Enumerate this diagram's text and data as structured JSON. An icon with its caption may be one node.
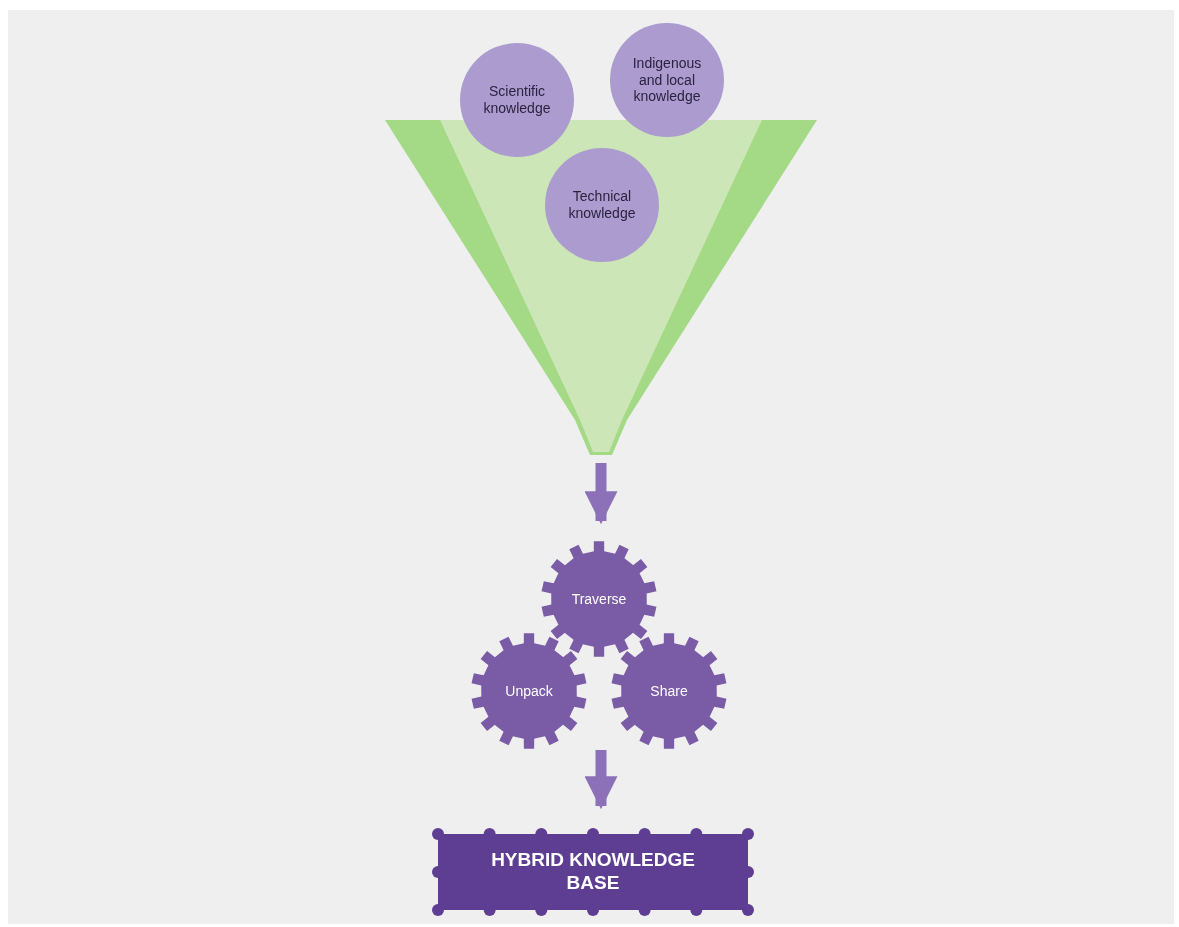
{
  "diagram": {
    "nodes": [
      {
        "text": [],
        "shape": "funnel"
      },
      {
        "text": [
          "Scientific knowledge"
        ]
      },
      {
        "text": [
          "Indigenous and local knowledge"
        ]
      },
      {
        "text": [
          "Technical knowledge"
        ],
        "in": 0
      },
      {
        "text": [
          "Traverse"
        ]
      },
      {
        "text": [
          "Unpack"
        ]
      },
      {
        "text": [
          "Share"
        ]
      },
      {
        "text": [
          "HYBRID KNOWLEDGE BASE"
        ]
      }
    ],
    "edges": [
      {
        "from": 0,
        "to": 4,
        "arrow": "to"
      },
      {
        "from": null,
        "to": 7,
        "arrow": "to"
      }
    ]
  }
}
